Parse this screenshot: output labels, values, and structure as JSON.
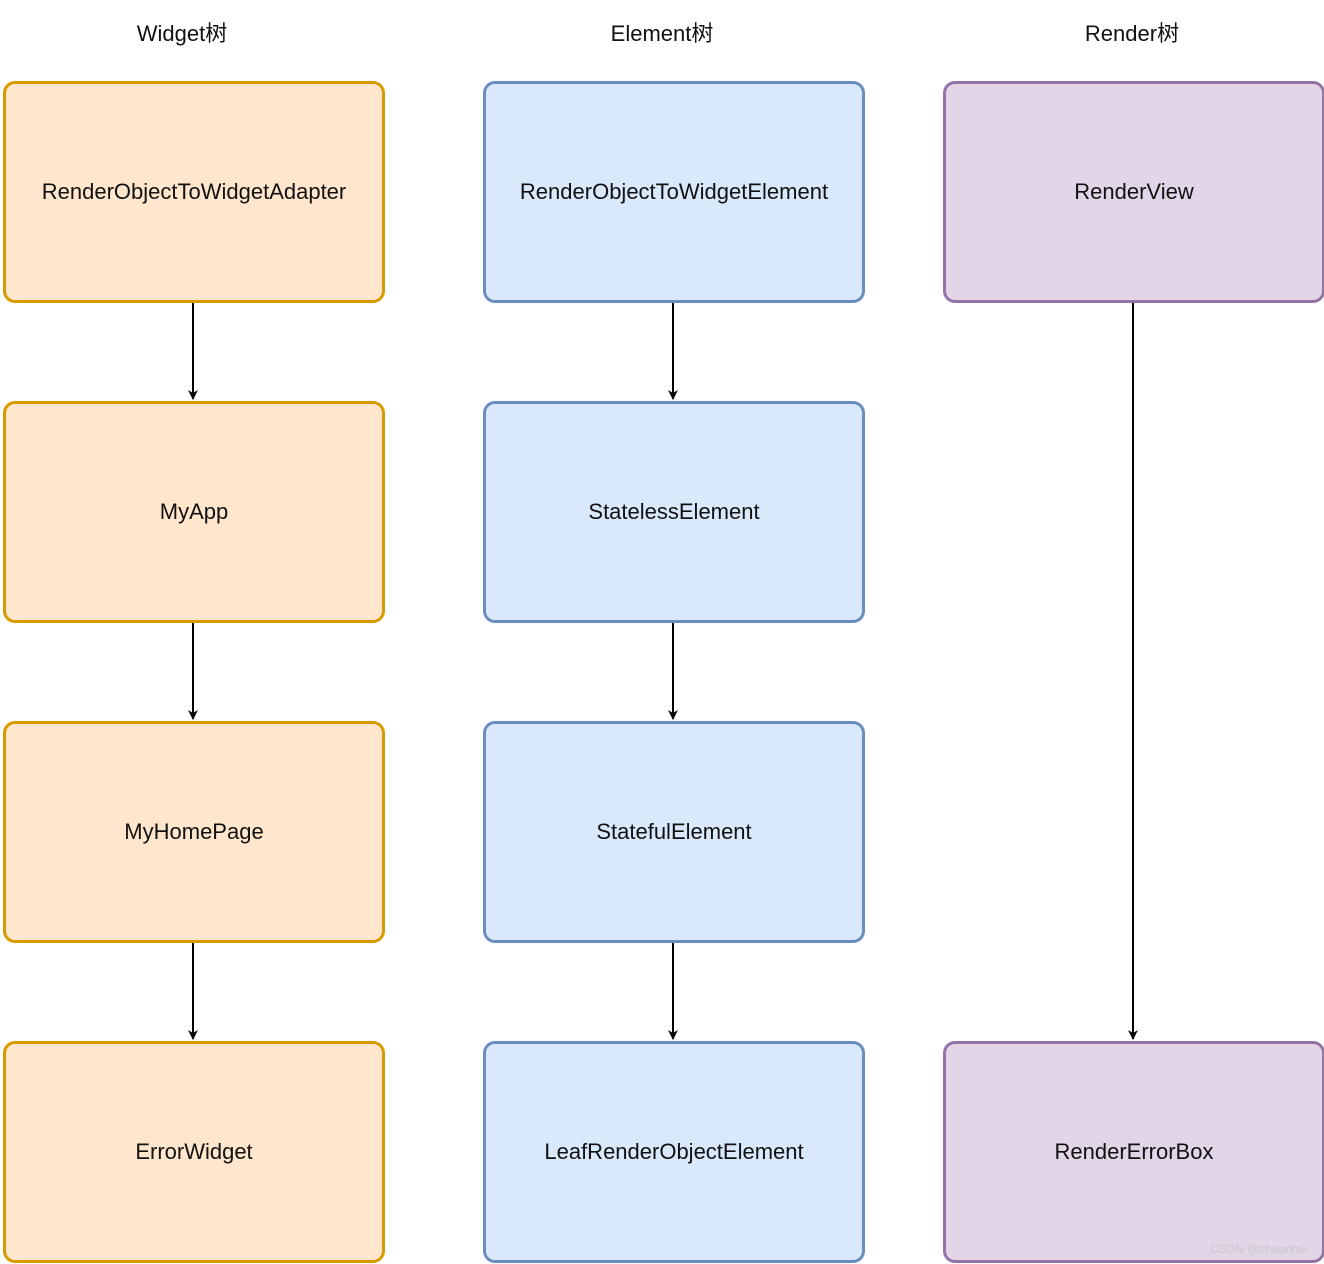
{
  "headers": {
    "widget": "Widget树",
    "element": "Element树",
    "render": "Render树"
  },
  "widget_tree": [
    "RenderObjectToWidgetAdapter",
    "MyApp",
    "MyHomePage",
    "ErrorWidget"
  ],
  "element_tree": [
    "RenderObjectToWidgetElement",
    "StatelessElement",
    "StatefulElement",
    "LeafRenderObjectElement"
  ],
  "render_tree": [
    "RenderView",
    "RenderErrorBox"
  ],
  "watermark": "CSDN @zhaonhui",
  "colors": {
    "widget_fill": "#ffe6cc",
    "widget_stroke": "#d79b00",
    "element_fill": "#dae8fc",
    "element_stroke": "#6c8ebf",
    "render_fill": "#e1d5e7",
    "render_stroke": "#9673a6"
  }
}
